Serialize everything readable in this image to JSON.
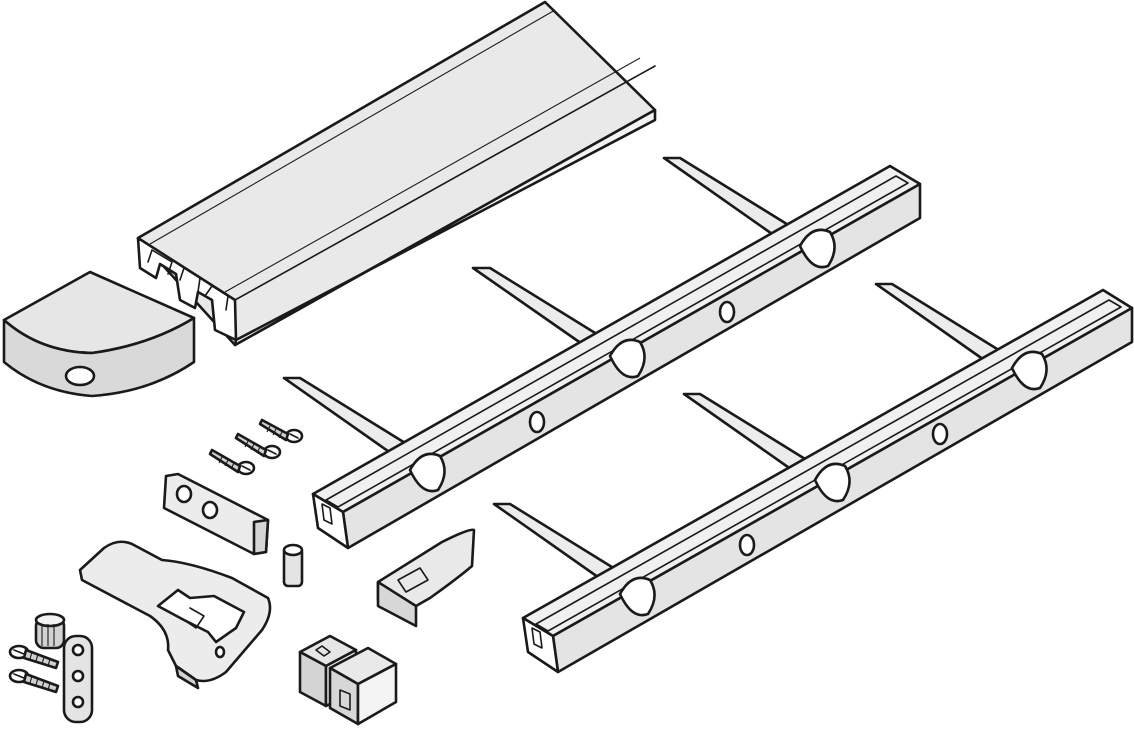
{
  "drawing": {
    "kind": "exploded-view-line-art",
    "colors": {
      "background": "#ffffff",
      "line": "#1a1a1a",
      "fill_light": "#ececec",
      "fill_mid": "#dcdcdc",
      "fill_dark": "#bdbdbd"
    },
    "parts": [
      "top-profile-rail",
      "end-cap",
      "guide-rail-upper",
      "guide-rail-lower",
      "mounting-screws",
      "mounting-plate",
      "dowel-pin",
      "stopper-clip",
      "bracket",
      "hinge-pin-plate",
      "wood-screws",
      "connector-block"
    ]
  }
}
